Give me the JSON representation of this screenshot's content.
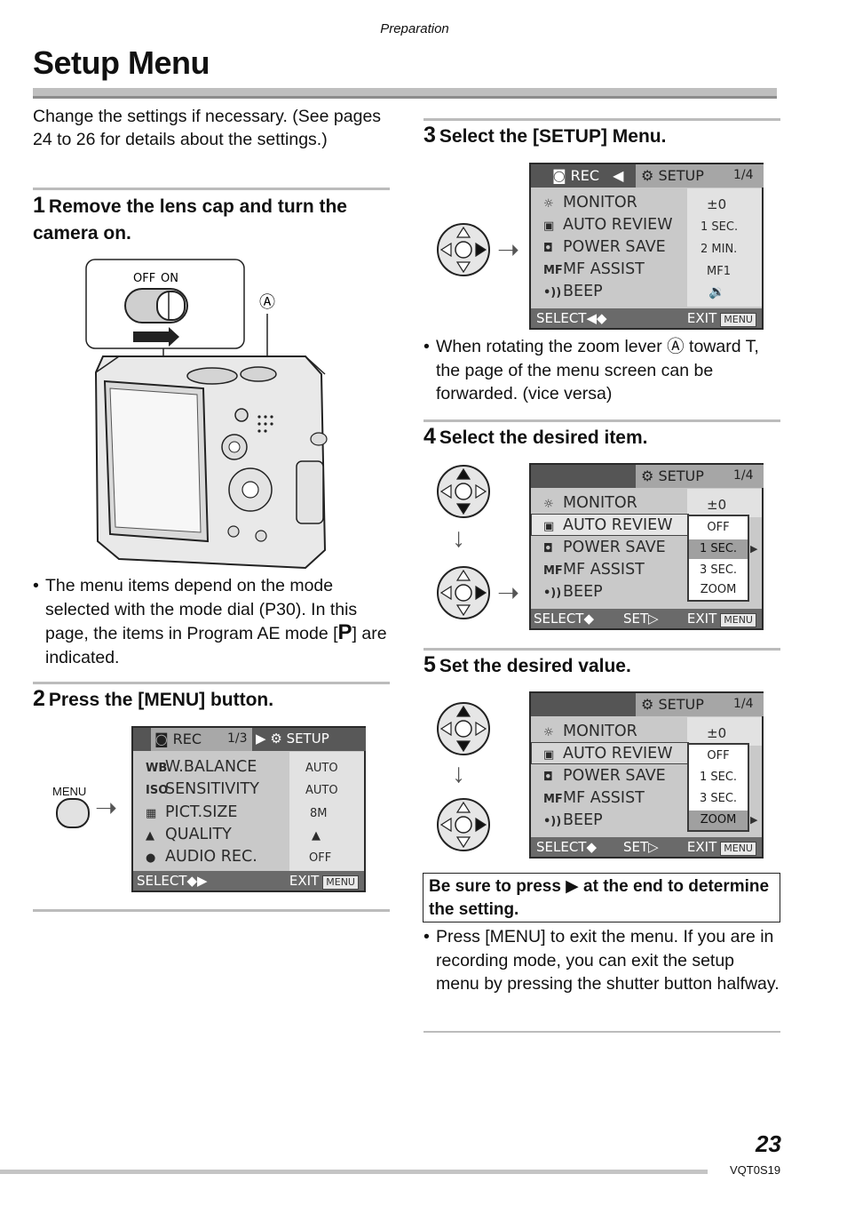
{
  "header": {
    "section": "Preparation",
    "title": "Setup Menu"
  },
  "intro": "Change the settings if necessary. (See pages 24 to 26 for details about the settings.)",
  "step1": {
    "num": "1",
    "text": "Remove the lens cap and turn the camera on.",
    "switch_off": "OFF",
    "switch_on": "ON",
    "callout": "Ⓐ",
    "bullet": "The menu items depend on the mode selected with the mode dial (P30). In this page, the items in Program AE mode [",
    "bullet_mode": "P",
    "bullet_end": "] are indicated."
  },
  "step2": {
    "num": "2",
    "text": "Press the [MENU] button.",
    "menu_label": "MENU",
    "screen": {
      "tab_rec": "REC",
      "tab_page": "1/3",
      "tab_setup": "SETUP",
      "rows": [
        {
          "icon": "WB",
          "label": "W.BALANCE",
          "value": "AUTO"
        },
        {
          "icon": "ISO",
          "label": "SENSITIVITY",
          "value": "AUTO"
        },
        {
          "icon": "▦",
          "label": "PICT.SIZE",
          "value": "8M"
        },
        {
          "icon": "▲",
          "label": "QUALITY",
          "value": "▲"
        },
        {
          "icon": "●",
          "label": "AUDIO REC.",
          "value": "OFF"
        }
      ],
      "footer_select": "SELECT◆▶",
      "footer_exit": "EXIT",
      "footer_menu": "MENU"
    }
  },
  "step3": {
    "num": "3",
    "text": "Select the [SETUP] Menu.",
    "screen": {
      "tab_rec": "REC",
      "tab_setup": "SETUP",
      "tab_page": "1/4",
      "rows": [
        {
          "icon": "☼",
          "label": "MONITOR",
          "value": "±0"
        },
        {
          "icon": "▣",
          "label": "AUTO REVIEW",
          "value": "1 SEC."
        },
        {
          "icon": "◘",
          "label": "POWER SAVE",
          "value": "2 MIN."
        },
        {
          "icon": "MF",
          "label": "MF ASSIST",
          "value": "MF1"
        },
        {
          "icon": "•))",
          "label": "BEEP",
          "value": "🔉"
        }
      ],
      "footer_select": "SELECT◀◆",
      "footer_exit": "EXIT",
      "footer_menu": "MENU"
    },
    "bullet": "When rotating the zoom lever Ⓐ toward T, the page of the menu screen can be forwarded. (vice versa)"
  },
  "step4": {
    "num": "4",
    "text": "Select the desired item.",
    "screen": {
      "tab_setup": "SETUP",
      "tab_page": "1/4",
      "rows": [
        {
          "icon": "☼",
          "label": "MONITOR",
          "value": "±0"
        },
        {
          "icon": "▣",
          "label": "AUTO REVIEW"
        },
        {
          "icon": "◘",
          "label": "POWER SAVE"
        },
        {
          "icon": "MF",
          "label": "MF ASSIST"
        },
        {
          "icon": "•))",
          "label": "BEEP"
        }
      ],
      "options": [
        "OFF",
        "1 SEC.",
        "3 SEC.",
        "ZOOM"
      ],
      "selected_option": 1,
      "footer_select": "SELECT◆",
      "footer_set": "SET▷",
      "footer_exit": "EXIT",
      "footer_menu": "MENU"
    }
  },
  "step5": {
    "num": "5",
    "text": "Set the desired value.",
    "screen": {
      "tab_setup": "SETUP",
      "tab_page": "1/4",
      "rows": [
        {
          "icon": "☼",
          "label": "MONITOR",
          "value": "±0"
        },
        {
          "icon": "▣",
          "label": "AUTO REVIEW"
        },
        {
          "icon": "◘",
          "label": "POWER SAVE"
        },
        {
          "icon": "MF",
          "label": "MF ASSIST"
        },
        {
          "icon": "•))",
          "label": "BEEP"
        }
      ],
      "options": [
        "OFF",
        "1 SEC.",
        "3 SEC.",
        "ZOOM"
      ],
      "selected_option": 3,
      "footer_select": "SELECT◆",
      "footer_set": "SET▷",
      "footer_exit": "EXIT",
      "footer_menu": "MENU"
    }
  },
  "note_box": "Be sure to press ▶ at the end to determine the setting.",
  "final_bullet": "Press [MENU] to exit the menu. If you are in recording mode, you can exit the setup menu by pressing the shutter button halfway.",
  "footer": {
    "page_number": "23",
    "doc_code": "VQT0S19"
  }
}
